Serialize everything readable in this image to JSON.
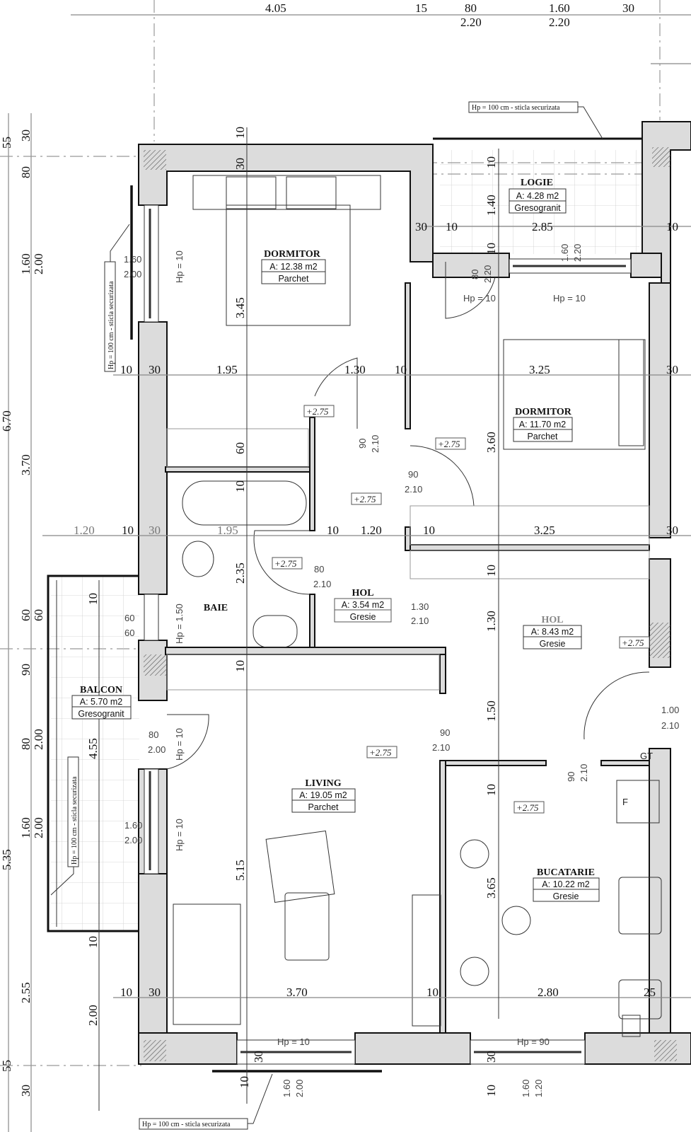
{
  "plan": {
    "rooms": [
      {
        "id": "dormitor-1",
        "name": "DORMITOR",
        "area": "A: 12.38 m2",
        "floor": "Parchet"
      },
      {
        "id": "logie",
        "name": "LOGIE",
        "area": "A: 4.28 m2",
        "floor": "Gresogranit"
      },
      {
        "id": "dormitor-2",
        "name": "DORMITOR",
        "area": "A: 11.70 m2",
        "floor": "Parchet"
      },
      {
        "id": "baie",
        "name": "BAIE"
      },
      {
        "id": "hol-1",
        "name": "HOL",
        "area": "A: 3.54 m2",
        "floor": "Gresie"
      },
      {
        "id": "hol-2",
        "name": "HOL",
        "area": "A: 8.43 m2",
        "floor": "Gresie"
      },
      {
        "id": "balcon",
        "name": "BALCON",
        "area": "A: 5.70 m2",
        "floor": "Gresogranit"
      },
      {
        "id": "living",
        "name": "LIVING",
        "area": "A: 19.05 m2",
        "floor": "Parchet"
      },
      {
        "id": "bucatarie",
        "name": "BUCATARIE",
        "area": "A: 10.22 m2",
        "floor": "Gresie"
      }
    ],
    "level_marks": [
      "+2.75",
      "+2.75",
      "+2.75",
      "+2.75",
      "+2.75",
      "+2.75",
      "+2.75"
    ],
    "notes": {
      "railing": "Hp = 100 cm - sticla securizata"
    },
    "sill_heights": {
      "hp10": "Hp = 10",
      "hp150": "Hp = 1.50",
      "hp90": "Hp = 90"
    },
    "appliance_labels": {
      "fridge": "F",
      "gt": "GT"
    },
    "top_dims": {
      "d1": "4.05",
      "d2": "15",
      "d3": "80",
      "d3b": "2.20",
      "d4": "1.60",
      "d4b": "2.20",
      "d5": "30"
    },
    "left_dims": {
      "outer": [
        "55",
        "6.70",
        "5.35",
        "55"
      ],
      "inner": [
        "30",
        "80",
        "1.60",
        "2.00",
        "3.70",
        "60",
        "60",
        "90",
        "80",
        "2.00",
        "1.60",
        "2.00",
        "2.55",
        "30"
      ]
    },
    "row1_dims": {
      "a": "10",
      "b": "30",
      "c": "1.95",
      "d": "1.30",
      "e": "10",
      "f": "3.25",
      "g": "30"
    },
    "row2_dims": {
      "a": "1.20",
      "b": "10",
      "c": "30",
      "d": "1.95",
      "e": "10",
      "f": "1.20",
      "g": "10",
      "h": "3.25",
      "i": "30"
    },
    "row3_dims": {
      "a": "10",
      "b": "30",
      "c": "3.70",
      "d": "10",
      "e": "2.80",
      "f": "25"
    },
    "logie_dims": {
      "a": "30",
      "b": "10",
      "c": "2.85",
      "d": "10",
      "e": "10",
      "v1": "10",
      "v2": "1.40",
      "v3": "10"
    },
    "vertical_dims": {
      "dorm1": [
        "10",
        "30",
        "3.45"
      ],
      "bath": [
        "60",
        "10",
        "2.35",
        "10"
      ],
      "dorm2": [
        "3.60"
      ],
      "hol2": [
        "10",
        "1.30",
        "1.50",
        "10"
      ],
      "living": [
        "5.15"
      ],
      "kitchen": [
        "3.65"
      ],
      "balcon": [
        "10",
        "4.55",
        "10",
        "2.00"
      ]
    },
    "doors": {
      "dorm1_door": {
        "w": "90",
        "h": "2.10"
      },
      "dorm2_door": {
        "w": "90",
        "h": "2.10"
      },
      "bath_door": {
        "w": "80",
        "h": "2.10"
      },
      "hol_arch": {
        "w": "1.30",
        "h": "2.10"
      },
      "living_door": {
        "w": "90",
        "h": "2.10"
      },
      "kitchen_door": {
        "w": "90",
        "h": "2.10"
      },
      "entry_door": {
        "w": "1.00",
        "h": "2.10"
      },
      "logie_door": {
        "w": "80",
        "h": "2.20"
      },
      "balcon_door": {
        "w": "80",
        "h": "2.00"
      }
    },
    "windows": {
      "dorm1": {
        "w": "1.60",
        "h": "2.00"
      },
      "logie_win": {
        "w": "1.60",
        "h": "2.20"
      },
      "bath": {
        "w": "60",
        "h": "60"
      },
      "living_side": {
        "w": "1.60",
        "h": "2.00"
      },
      "living_bottom": {
        "w": "1.60",
        "h": "2.00",
        "a": "30",
        "b": "10"
      },
      "kitchen_bottom": {
        "w": "1.60",
        "h": "1.20",
        "a": "30",
        "b": "10"
      }
    }
  }
}
